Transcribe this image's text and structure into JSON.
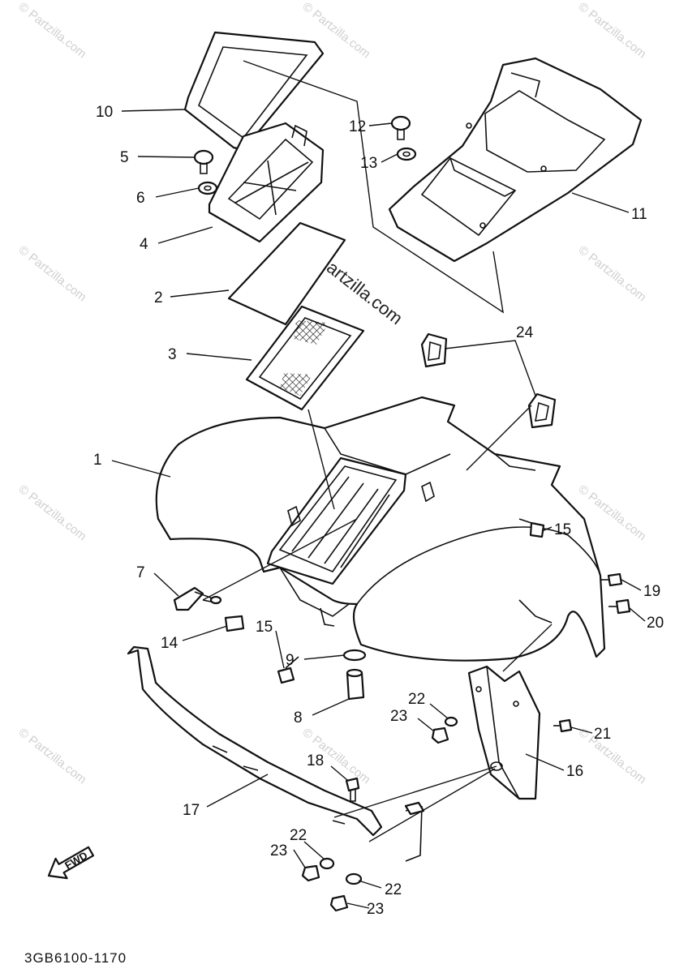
{
  "diagram": {
    "watermark": "© Partzilla.com",
    "center_watermark": "© Partzilla.com",
    "diagram_code": "3GB6100-1170",
    "fwd_label": "FWD",
    "callouts": {
      "c1": "1",
      "c2": "2",
      "c3": "3",
      "c4": "4",
      "c5": "5",
      "c6": "6",
      "c7": "7",
      "c8": "8",
      "c9": "9",
      "c10": "10",
      "c11": "11",
      "c12": "12",
      "c13": "13",
      "c14": "14",
      "c15a": "15",
      "c15b": "15",
      "c16": "16",
      "c17": "17",
      "c18": "18",
      "c19": "19",
      "c20": "20",
      "c21": "21",
      "c22a": "22",
      "c22b": "22",
      "c22c": "22",
      "c23a": "23",
      "c23b": "23",
      "c23c": "23",
      "c24": "24"
    }
  }
}
